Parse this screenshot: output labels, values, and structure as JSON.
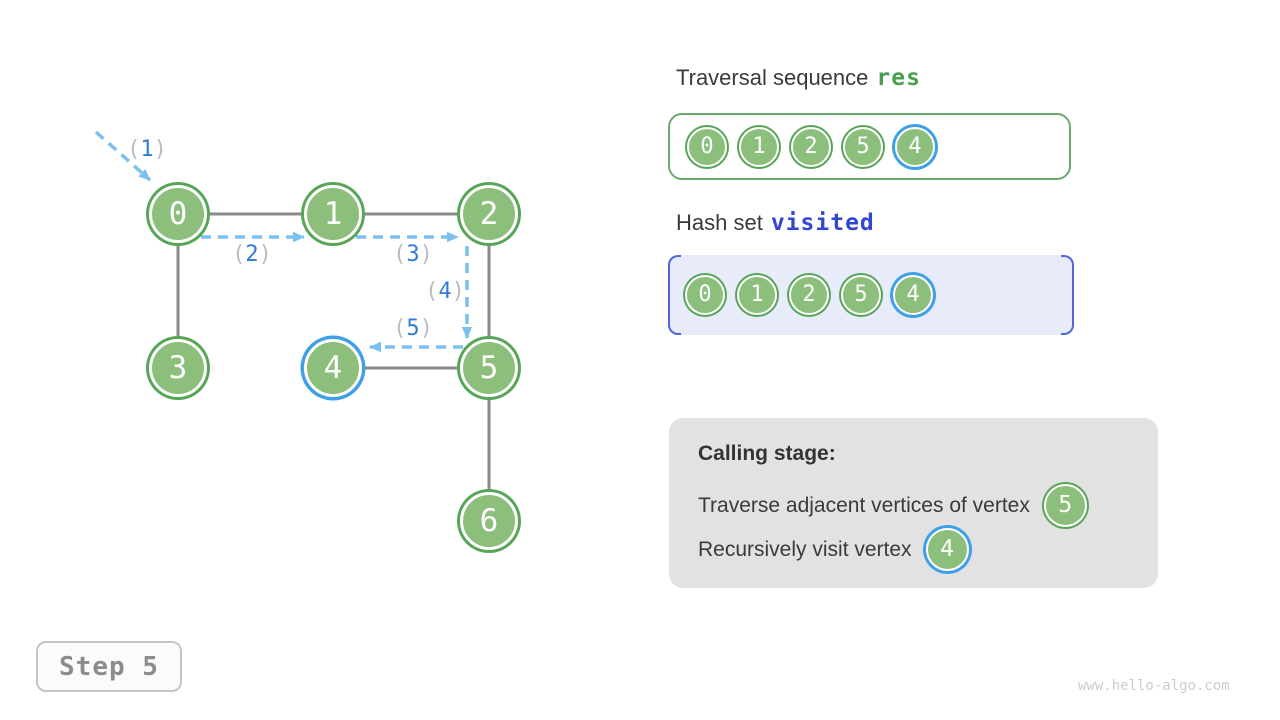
{
  "page": {
    "watermark": "www.hello-algo.com",
    "background": "#ffffff"
  },
  "colors": {
    "node_fill": "#8CBE7C",
    "node_ring": "#57A557",
    "highlight_ring": "#3FA0E8",
    "dashed_arrow_blue": "#7CC0EE",
    "label_digit_blue": "#2F7CD6",
    "label_paren_gray": "#B9BCBF",
    "edge_gray": "#8A8A8A",
    "text_dark": "#3A3A3A",
    "res_code_green": "#48A04D",
    "visited_code_blue": "#3346D3",
    "visited_bg": "#E8ECFA",
    "visited_border_blue": "#5066DD",
    "res_border_green": "#6AAA6A",
    "calling_bg": "#E2E2E2"
  },
  "graph": {
    "nodes": [
      {
        "label": "0",
        "highlighted": false
      },
      {
        "label": "1",
        "highlighted": false
      },
      {
        "label": "2",
        "highlighted": false
      },
      {
        "label": "3",
        "highlighted": false
      },
      {
        "label": "4",
        "highlighted": true
      },
      {
        "label": "5",
        "highlighted": false
      },
      {
        "label": "6",
        "highlighted": false
      }
    ],
    "edges": [
      "0-1",
      "1-2",
      "0-3",
      "4-5",
      "2-5",
      "5-6"
    ],
    "arrows": [
      {
        "open": "(",
        "num": "1",
        "close": ")",
        "to": "0"
      },
      {
        "open": "(",
        "num": "2",
        "close": ")",
        "from": "0",
        "to": "1"
      },
      {
        "open": "(",
        "num": "3",
        "close": ")",
        "from": "1",
        "to": "2"
      },
      {
        "open": "(",
        "num": "4",
        "close": ")",
        "from": "2",
        "to": "5"
      },
      {
        "open": "(",
        "num": "5",
        "close": ")",
        "from": "5",
        "to": "4"
      }
    ]
  },
  "panels": {
    "traversal": {
      "title_prefix": "Traversal sequence",
      "code": "res",
      "items": [
        "0",
        "1",
        "2",
        "5",
        "4"
      ],
      "highlighted_item": "4"
    },
    "visited": {
      "title_prefix": "Hash set",
      "code": "visited",
      "items": [
        "0",
        "1",
        "2",
        "5",
        "4"
      ],
      "highlighted_item": "4"
    },
    "calling": {
      "title": "Calling stage:",
      "lines": [
        {
          "text": "Traverse adjacent vertices of vertex",
          "node": "5",
          "node_highlighted": false
        },
        {
          "text": "Recursively visit vertex",
          "node": "4",
          "node_highlighted": true
        }
      ]
    }
  },
  "step": {
    "label": "Step 5"
  }
}
